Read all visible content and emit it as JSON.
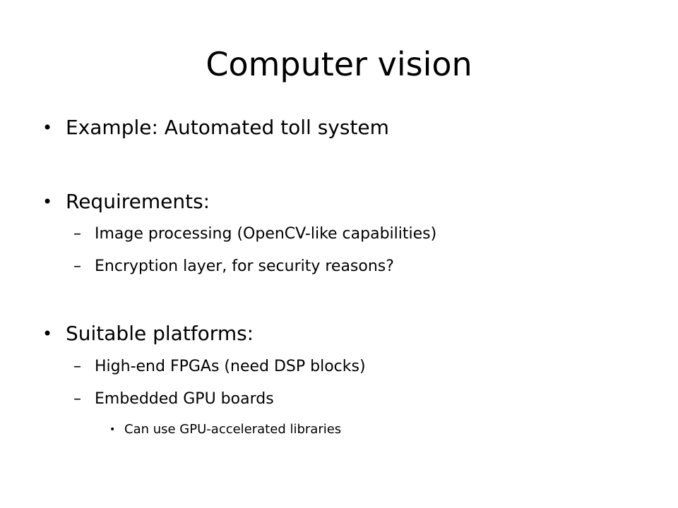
{
  "slide": {
    "title": "Computer vision",
    "bullets": [
      {
        "marker": "•",
        "text": "Example: Automated toll system"
      },
      {
        "marker": "•",
        "text": "Requirements:"
      },
      {
        "marker": "–",
        "text": "Image processing (OpenCV-like capabilities)"
      },
      {
        "marker": "–",
        "text": "Encryption layer, for security reasons?"
      },
      {
        "marker": "•",
        "text": "Suitable platforms:"
      },
      {
        "marker": "–",
        "text": "High-end FPGAs (need DSP blocks)"
      },
      {
        "marker": "–",
        "text": "Embedded GPU boards"
      },
      {
        "marker": "•",
        "text": "Can use GPU-accelerated libraries"
      }
    ]
  }
}
